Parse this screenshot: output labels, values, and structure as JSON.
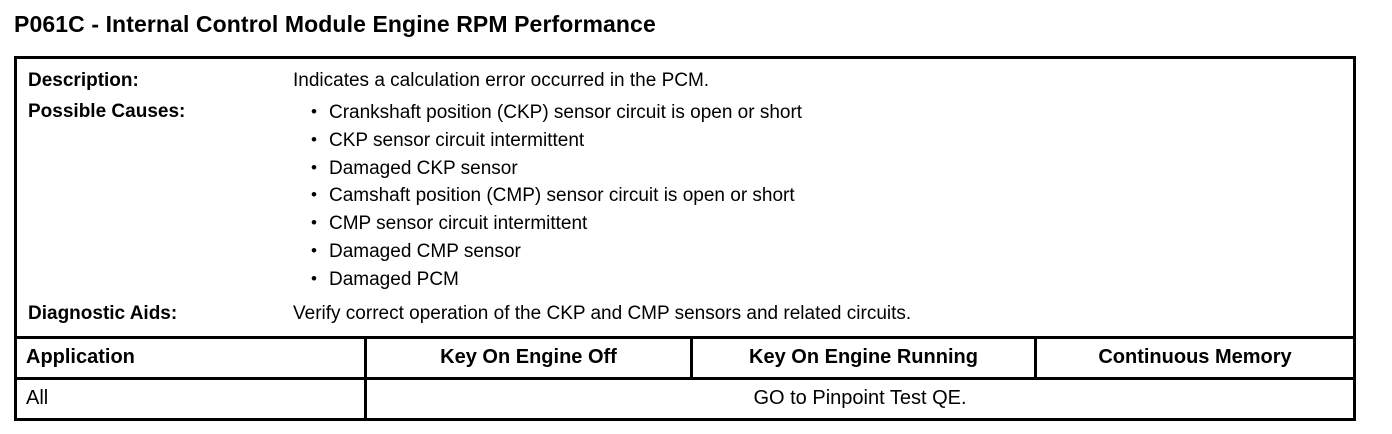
{
  "document": {
    "title": "P061C - Internal Control Module Engine RPM Performance"
  },
  "info": {
    "description_label": "Description:",
    "description_value": "Indicates a calculation error occurred in the PCM.",
    "causes_label": "Possible Causes:",
    "causes": [
      "Crankshaft position (CKP) sensor circuit is open or short",
      "CKP sensor circuit intermittent",
      "Damaged CKP sensor",
      "Camshaft position (CMP) sensor circuit is open or short",
      "CMP sensor circuit intermittent",
      "Damaged CMP sensor",
      "Damaged PCM"
    ],
    "aids_label": "Diagnostic Aids:",
    "aids_value": "Verify correct operation of the CKP and CMP sensors and related circuits."
  },
  "grid": {
    "headers": {
      "application": "Application",
      "key_on_engine_off": "Key On Engine Off",
      "key_on_engine_running": "Key On Engine Running",
      "continuous_memory": "Continuous Memory"
    },
    "rows": [
      {
        "application": "All",
        "result": "GO to Pinpoint Test QE."
      }
    ]
  }
}
